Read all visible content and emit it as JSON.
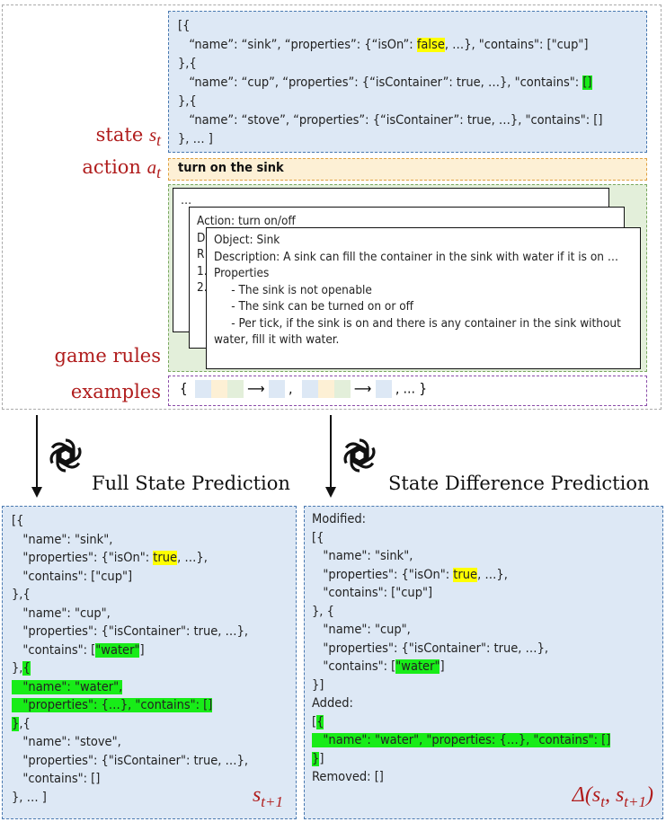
{
  "labels": {
    "state": "state ",
    "state_sym": "s",
    "state_sub": "t",
    "action": "action ",
    "action_sym": "a",
    "action_sub": "t",
    "rules": "game rules",
    "examples": "examples"
  },
  "state_lines": [
    [
      {
        "t": "[{"
      }
    ],
    [
      {
        "t": "   “name”: “sink”, “properties”: {“isOn”: "
      },
      {
        "t": "false",
        "hl": "y"
      },
      {
        "t": ", …}, \"contains\": [\"cup\"]"
      }
    ],
    [
      {
        "t": "},{"
      }
    ],
    [
      {
        "t": "   “name”: “cup”, “properties”: {“isContainer”: true, …}, \"contains\": "
      },
      {
        "t": "[]",
        "hl": "g"
      }
    ],
    [
      {
        "t": "},{"
      }
    ],
    [
      {
        "t": "   “name”: “stove”, “properties”: {“isContainer”: true, …}, \"contains\": []"
      }
    ],
    [
      {
        "t": "}, … ]"
      }
    ]
  ],
  "action": "turn on the sink",
  "rule_cards": [
    {
      "text": "…"
    },
    {
      "text": "Action: turn on/off\nD\nR\n1.\n2.\n\n\n\n3."
    },
    {
      "text": "Object: Sink\nDescription: A sink can fill the container in the sink with water if it is on …\nProperties\n     - The sink is not openable\n     - The sink can be turned on or off\n     - Per tick, if the sink is on and there is any container in the sink without water, fill it with water."
    }
  ],
  "examples": {
    "open": "{",
    "sep": ",",
    "close": ", … }"
  },
  "colors": {
    "state": "#dde8f5",
    "action": "#fdf0d5",
    "rules": "#e3efda",
    "label": "#b01c1c",
    "highlight_changed": "#ffff00",
    "highlight_added": "#18ec18"
  },
  "icons": {
    "model": "openai-logo-icon"
  },
  "full": {
    "title": "Full State Prediction",
    "symbol": "s",
    "symbol_sub": "t+1",
    "lines": [
      [
        {
          "t": "[{"
        }
      ],
      [
        {
          "t": "   \"name\": \"sink\","
        }
      ],
      [
        {
          "t": "   \"properties\": {\"isOn\": "
        },
        {
          "t": "true",
          "hl": "y"
        },
        {
          "t": ", …},"
        }
      ],
      [
        {
          "t": "   \"contains\": [\"cup\"]"
        }
      ],
      [
        {
          "t": "},{"
        }
      ],
      [
        {
          "t": "   \"name\": \"cup\","
        }
      ],
      [
        {
          "t": "   \"properties\": {\"isContainer\": true, …},"
        }
      ],
      [
        {
          "t": "   \"contains\": ["
        },
        {
          "t": "\"water\"",
          "hl": "g"
        },
        {
          "t": "]"
        }
      ],
      [
        {
          "t": "},"
        },
        {
          "t": "{",
          "hl": "g"
        }
      ],
      [
        {
          "t": "   \"name\": \"water\",",
          "hl": "g"
        }
      ],
      [
        {
          "t": "   \"properties\": {…}, \"contains\": []",
          "hl": "g"
        }
      ],
      [
        {
          "t": "}",
          "hl": "g"
        },
        {
          "t": ",{"
        }
      ],
      [
        {
          "t": "   \"name\": \"stove\","
        }
      ],
      [
        {
          "t": "   \"properties\": {\"isContainer\": true, …},"
        }
      ],
      [
        {
          "t": "   \"contains\": []"
        }
      ],
      [
        {
          "t": "}, … ]"
        }
      ]
    ]
  },
  "diff": {
    "title": "State Difference Prediction",
    "symbol": "Δ(s",
    "symbol_sub1": "t",
    "symbol_mid": ", s",
    "symbol_sub2": "t+1",
    "symbol_end": ")",
    "lines": [
      [
        {
          "t": "Modified:"
        }
      ],
      [
        {
          "t": "[{"
        }
      ],
      [
        {
          "t": "   \"name\": \"sink\","
        }
      ],
      [
        {
          "t": "   \"properties\": {\"isOn\": "
        },
        {
          "t": "true",
          "hl": "y"
        },
        {
          "t": ", …},"
        }
      ],
      [
        {
          "t": "   \"contains\": [\"cup\"]"
        }
      ],
      [
        {
          "t": "}, {"
        }
      ],
      [
        {
          "t": "   \"name\": \"cup\","
        }
      ],
      [
        {
          "t": "   \"properties\": {\"isContainer\": true, …},"
        }
      ],
      [
        {
          "t": "   \"contains\": ["
        },
        {
          "t": "\"water\"",
          "hl": "g"
        },
        {
          "t": "]"
        }
      ],
      [
        {
          "t": "}]"
        }
      ],
      [
        {
          "t": "Added:"
        }
      ],
      [
        {
          "t": "["
        },
        {
          "t": "{",
          "hl": "g"
        }
      ],
      [
        {
          "t": "   \"name\": \"water\", \"properties: {…}, \"contains\": []",
          "hl": "g"
        }
      ],
      [
        {
          "t": "}",
          "hl": "g"
        },
        {
          "t": "]"
        }
      ],
      [
        {
          "t": "Removed: []"
        }
      ]
    ]
  }
}
